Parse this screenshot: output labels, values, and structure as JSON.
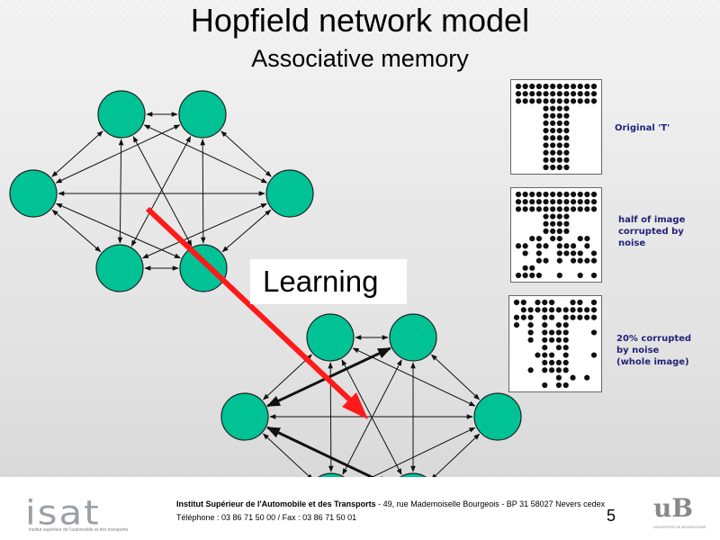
{
  "slide": {
    "title": "Hopfield network model",
    "subtitle": "Associative memory",
    "learning_label": "Learning",
    "page_number": "5"
  },
  "colors": {
    "node_fill": "#00c295",
    "node_stroke": "#222222",
    "arrow_red": "#ff1a1a",
    "caption_blue": "#23237a"
  },
  "patterns": [
    {
      "caption": [
        "Original 'T'"
      ]
    },
    {
      "caption": [
        "half of image",
        "corrupted by",
        "noise"
      ]
    },
    {
      "caption": [
        "20% corrupted",
        "by noise",
        "(whole image)"
      ]
    }
  ],
  "footer": {
    "logo_text": "isat",
    "logo_subtitle": "institut supérieur de l'automobile et des transports",
    "institute_bold": "Institut Supérieur de l'Automobile et des Transports",
    "address": " - 49, rue Mademoiselle Bourgeois - BP 31  58027 Nevers cedex",
    "phone": "Téléphone : 03 86 71 50 00 / Fax : 03 86 71 50 01",
    "ub_logo_text": "uB",
    "ub_logo_subtitle": "UNIVERSITÉ DE BOURGOGNE"
  }
}
